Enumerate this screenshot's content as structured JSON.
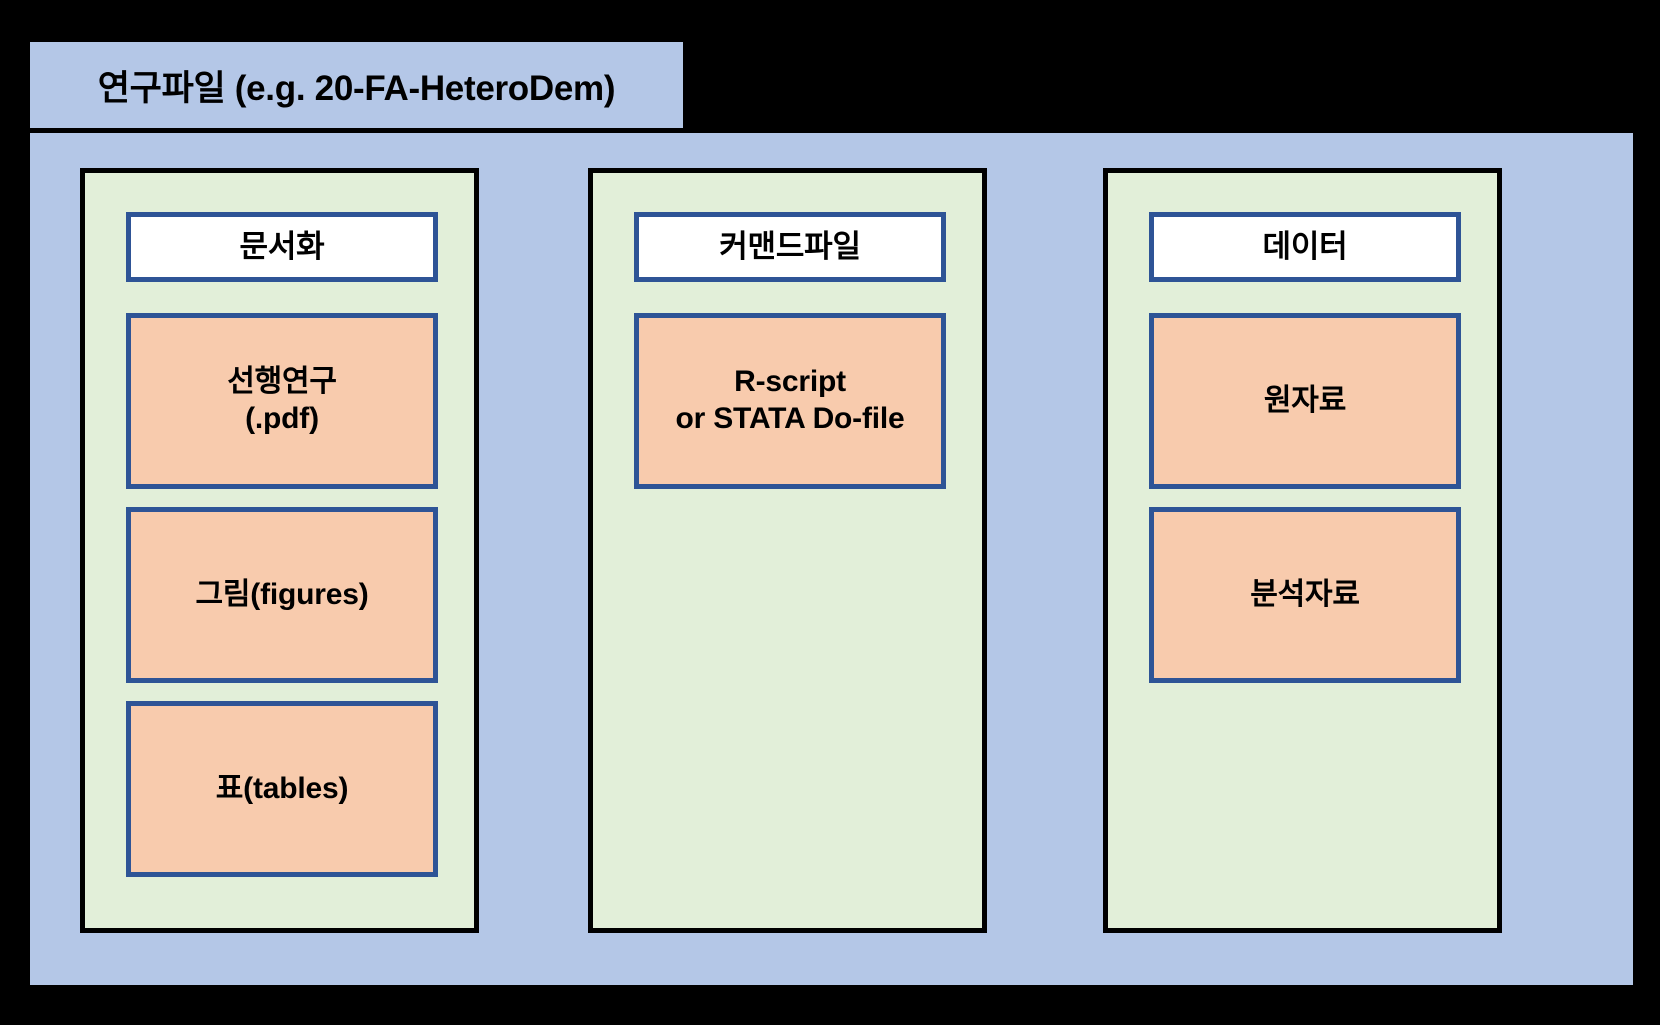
{
  "diagram": {
    "title": "연구파일 (e.g. 20-FA-HeteroDem)",
    "colors": {
      "panel_blue": "#B4C7E7",
      "column_green": "#E2EFD9",
      "item_peach": "#F8CBAD",
      "box_border_blue": "#2E5496",
      "column_border_black": "#000000",
      "background": "#000000",
      "header_fill": "#FFFFFF"
    },
    "columns": [
      {
        "header": "문서화",
        "items": [
          {
            "label": "선행연구\n(.pdf)"
          },
          {
            "label": "그림(figures)"
          },
          {
            "label": "표(tables)"
          }
        ]
      },
      {
        "header": "커맨드파일",
        "items": [
          {
            "label": "R-script\nor STATA Do-file"
          }
        ]
      },
      {
        "header": "데이터",
        "items": [
          {
            "label": "원자료"
          },
          {
            "label": "분석자료"
          }
        ]
      }
    ]
  }
}
